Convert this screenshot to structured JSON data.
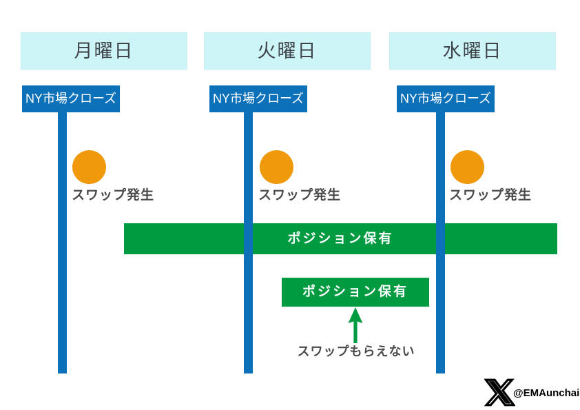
{
  "colors": {
    "header-bg": "#cdf5f8",
    "blue": "#0c71b8",
    "orange": "#f0990b",
    "green": "#009a41",
    "text-dark": "#3f4448",
    "text-gray": "#4a4a4a"
  },
  "columns": [
    {
      "day": "月曜日",
      "event": "NY市場クローズ",
      "swap": "スワップ発生"
    },
    {
      "day": "火曜日",
      "event": "NY市場クローズ",
      "swap": "スワップ発生"
    },
    {
      "day": "水曜日",
      "event": "NY市場クローズ",
      "swap": "スワップ発生"
    }
  ],
  "bars": {
    "long_label": "ポジション保有",
    "short_label": "ポジション保有"
  },
  "annotation": {
    "no_swap": "スワップもらえない"
  },
  "footer": {
    "credit": "@EMAunchain",
    "logo_icon": "x-logo"
  }
}
